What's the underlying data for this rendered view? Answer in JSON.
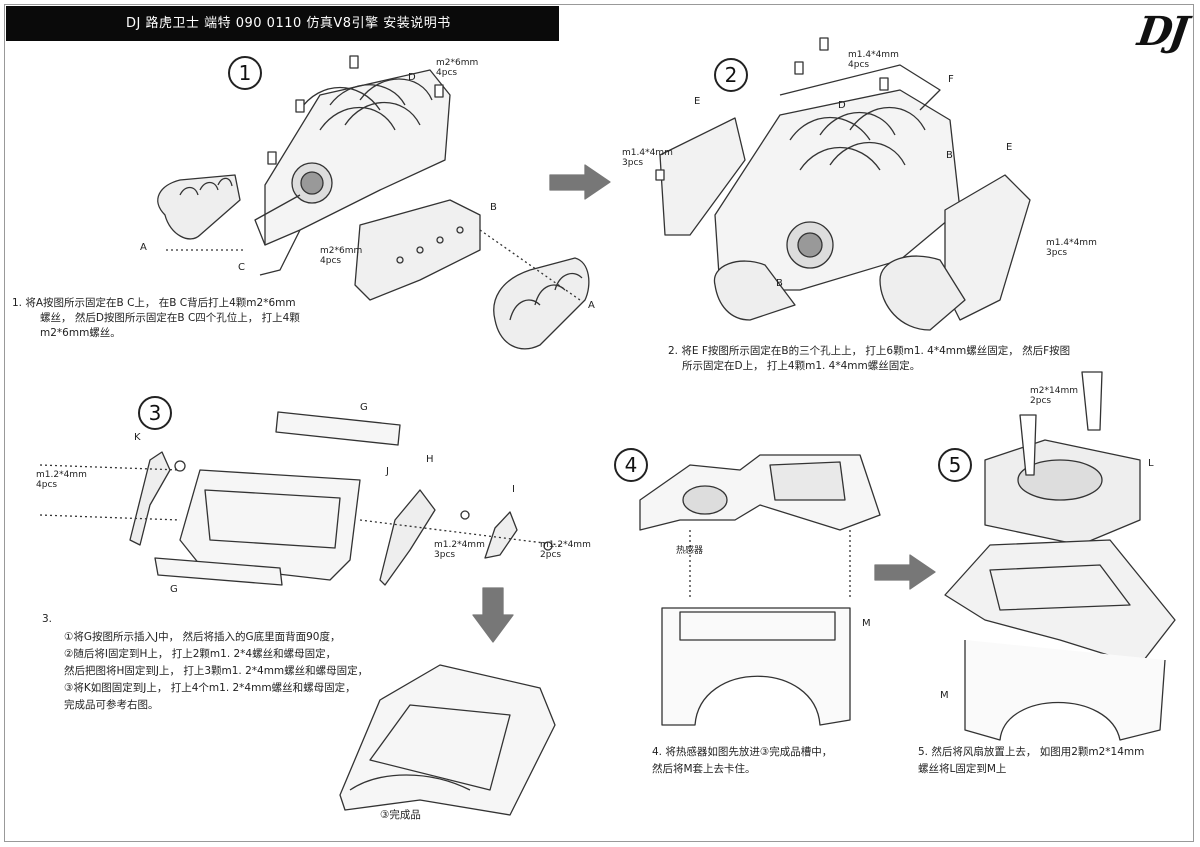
{
  "header": {
    "title": "DJ 路虎卫士 端特 090 0110 仿真V8引擎 安装说明书",
    "logo": "DJ"
  },
  "steps": [
    {
      "number": "1",
      "instruction_lines": [
        "1. 将A按图所示固定在B C上， 在B C背后打上4颗m2*6mm",
        "螺丝， 然后D按图所示固定在B C四个孔位上， 打上4颗",
        "m2*6mm螺丝。"
      ],
      "callouts": [
        {
          "text": "m2*6mm\n4pcs"
        },
        {
          "text": "m2*6mm\n4pcs"
        }
      ],
      "parts": [
        "D",
        "A",
        "C",
        "B",
        "A"
      ]
    },
    {
      "number": "2",
      "instruction_lines": [
        "2. 将E F按图所示固定在B的三个孔上上， 打上6颗m1. 4*4mm螺丝固定， 然后F按图",
        "所示固定在D上， 打上4颗m1. 4*4mm螺丝固定。"
      ],
      "callouts": [
        {
          "text": "m1.4*4mm\n4pcs"
        },
        {
          "text": "m1.4*4mm\n3pcs"
        },
        {
          "text": "m1.4*4mm\n3pcs"
        }
      ],
      "parts": [
        "E",
        "F",
        "D",
        "B",
        "E",
        "B"
      ]
    },
    {
      "number": "3",
      "instruction_lines": [
        "3.",
        "①将G按图所示插入J中， 然后将插入的G底里面背面90度，",
        "②随后将I固定到H上， 打上2颗m1. 2*4螺丝和螺母固定，",
        "  然后把图将H固定到J上， 打上3颗m1. 2*4mm螺丝和螺母固定，",
        "③将K如图固定到J上， 打上4个m1. 2*4mm螺丝和螺母固定，",
        "  完成品可参考右图。"
      ],
      "callouts": [
        {
          "text": "m1.2*4mm\n4pcs"
        },
        {
          "text": "m1.2*4mm\n3pcs"
        },
        {
          "text": "m1.2*4mm\n2pcs"
        }
      ],
      "parts": [
        "G",
        "K",
        "J",
        "H",
        "I",
        "G"
      ],
      "result_caption": "③完成品"
    },
    {
      "number": "4",
      "instruction_lines": [
        "4. 将热感器如图先放进③完成品槽中，",
        "  然后将M套上去卡住。"
      ],
      "sensor_label": "热感器",
      "parts": [
        "M"
      ]
    },
    {
      "number": "5",
      "instruction_lines": [
        "5. 然后将风扇放置上去， 如图用2颗m2*14mm",
        "  螺丝将L固定到M上"
      ],
      "callouts": [
        {
          "text": "m2*14mm\n2pcs"
        }
      ],
      "parts": [
        "L",
        "M"
      ]
    }
  ]
}
